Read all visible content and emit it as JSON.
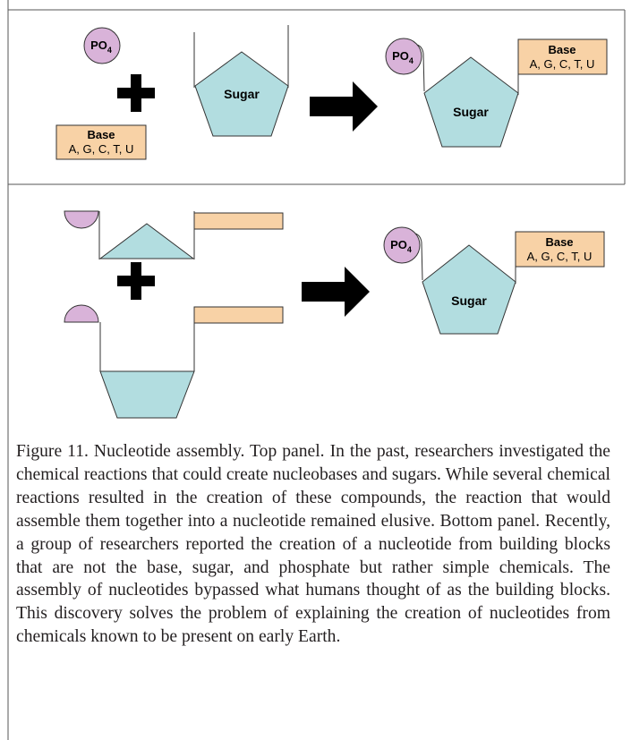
{
  "top_panel": {
    "phosphate_label": "PO",
    "phosphate_subscript": "4",
    "sugar_label": "Sugar",
    "base_title": "Base",
    "base_letters": "A, G, C, T, U",
    "result": {
      "phosphate_label": "PO",
      "phosphate_subscript": "4",
      "sugar_label": "Sugar",
      "base_title": "Base",
      "base_letters": "A, G, C, T, U"
    }
  },
  "bottom_panel": {
    "result": {
      "phosphate_label": "PO",
      "phosphate_subscript": "4",
      "sugar_label": "Sugar",
      "base_title": "Base",
      "base_letters": "A, G, C, T, U"
    }
  },
  "caption": "Figure 11. Nucleotide assembly. Top panel. In the past, researchers investigated the chemical reactions that could create nucleobases and sugars. While several chemical reactions resulted in the creation of these compounds, the reaction that would assemble them together into a nucleotide remained elusive. Bottom panel. Recently, a group of researchers reported the creation of a nucleotide from building blocks that are not the base, sugar, and phosphate but rather simple chemicals. The assembly of nucleotides bypassed what humans thought of as the building blocks. This discovery solves the problem of explaining the creation of nucleotides from chemicals known to be present on early Earth.",
  "colors": {
    "phosphate_fill": "#d9b3d9",
    "sugar_fill": "#b2dde0",
    "base_fill": "#f8d2a6",
    "arrow_plus": "#000000",
    "frame_line": "#555555"
  }
}
